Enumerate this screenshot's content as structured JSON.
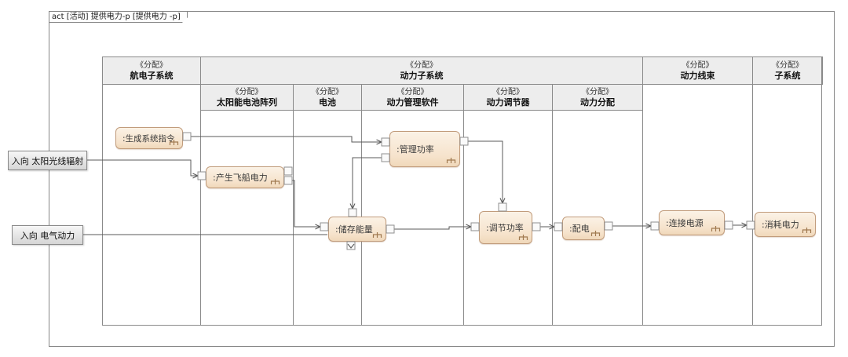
{
  "frame": {
    "title": "act [活动] 提供电力-p [提供电力 -p]"
  },
  "lanes": [
    {
      "stereotype": "《分配》",
      "name": "航电子系统"
    },
    {
      "stereotype": "《分配》",
      "name": "动力子系统"
    },
    {
      "stereotype": "《分配》",
      "name": "动力线束"
    },
    {
      "stereotype": "《分配》",
      "name": "子系统"
    }
  ],
  "sublanes": [
    {
      "stereotype": "《分配》",
      "name": "太阳能电池阵列"
    },
    {
      "stereotype": "《分配》",
      "name": "电池"
    },
    {
      "stereotype": "《分配》",
      "name": "动力管理软件"
    },
    {
      "stereotype": "《分配》",
      "name": "动力调节器"
    },
    {
      "stereotype": "《分配》",
      "name": "动力分配"
    }
  ],
  "actions": [
    {
      "id": "generate-command",
      "label": ":生成系统指令"
    },
    {
      "id": "produce-power",
      "label": ":产生飞船电力"
    },
    {
      "id": "store-energy",
      "label": ":储存能量"
    },
    {
      "id": "manage-power",
      "label": ":管理功率"
    },
    {
      "id": "regulate-power",
      "label": ":调节功率"
    },
    {
      "id": "distribute-power",
      "label": ":配电"
    },
    {
      "id": "connect-source",
      "label": ":连接电源"
    },
    {
      "id": "consume-power",
      "label": ":消耗电力"
    }
  ],
  "params": [
    {
      "label": "入向 太阳光线辐射"
    },
    {
      "label": "入向 电气动力"
    }
  ],
  "icons": {
    "rake": "rake-icon (call-behavior indicator)"
  },
  "colors": {
    "action_fill_top": "#fbf2e6",
    "action_fill_bottom": "#f0d8ba",
    "action_border": "#c19c7c",
    "lane_header_fill": "#ededed",
    "lane_border": "#8a8a8a",
    "edge": "#5a5a5a",
    "param_fill": "#e3e3e3"
  }
}
